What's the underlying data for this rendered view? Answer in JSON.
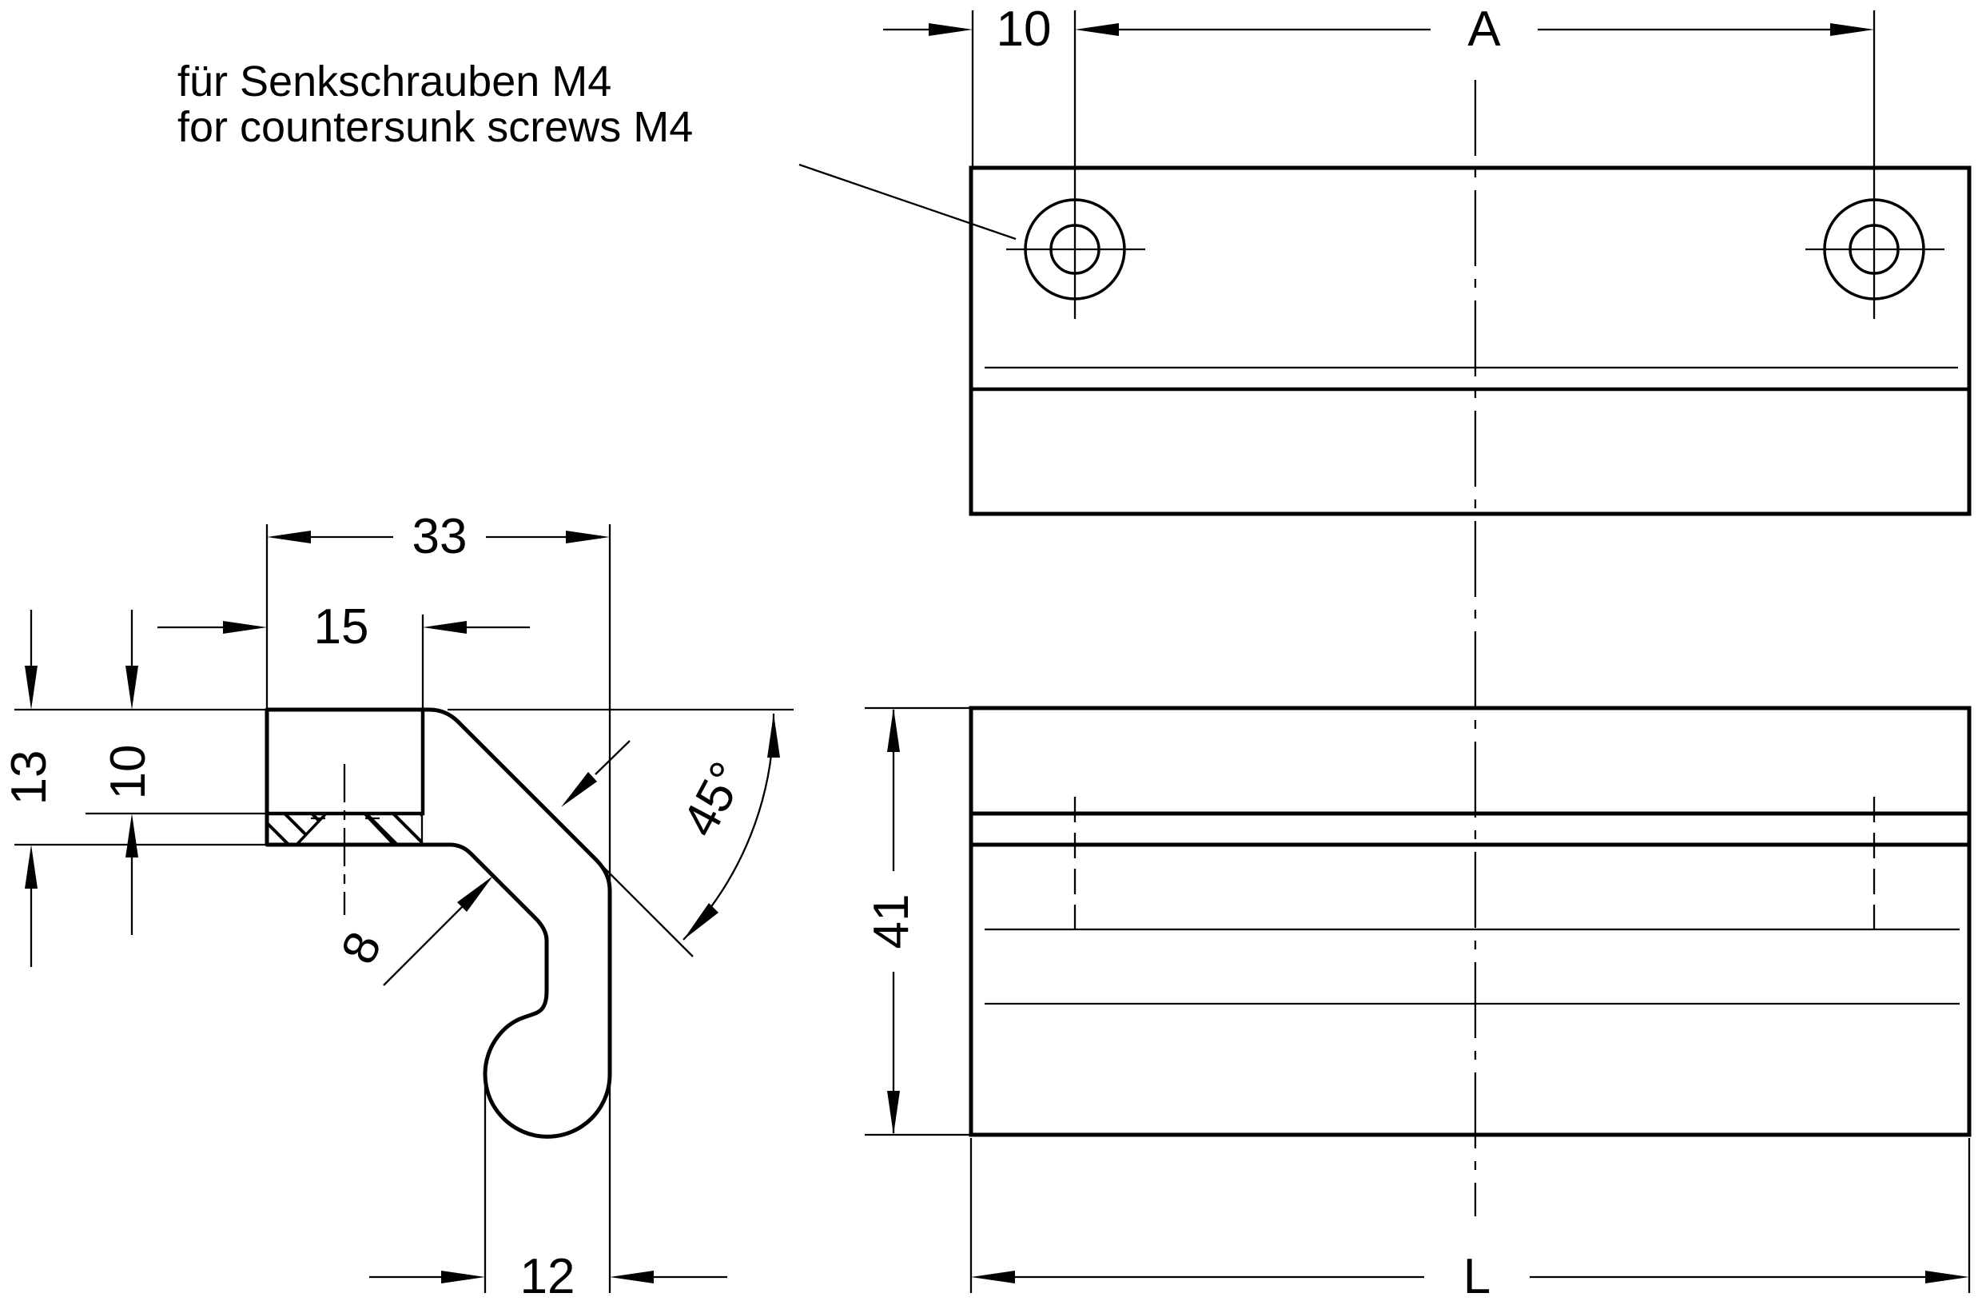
{
  "annotation": {
    "line1": "für Senkschrauben M4",
    "line2": "for countersunk screws M4"
  },
  "dimensions": {
    "top_view": {
      "edge_to_hole": "10",
      "hole_spacing": "A"
    },
    "profile": {
      "depth": "33",
      "slot_width": "15",
      "overall_height": "13",
      "slot_depth": "10",
      "hook_clearance": "8",
      "chamfer_angle": "45°",
      "hook_width": "12"
    },
    "front_view": {
      "height": "41",
      "length": "L"
    }
  },
  "colors": {
    "line": "#000000",
    "background": "#ffffff"
  }
}
